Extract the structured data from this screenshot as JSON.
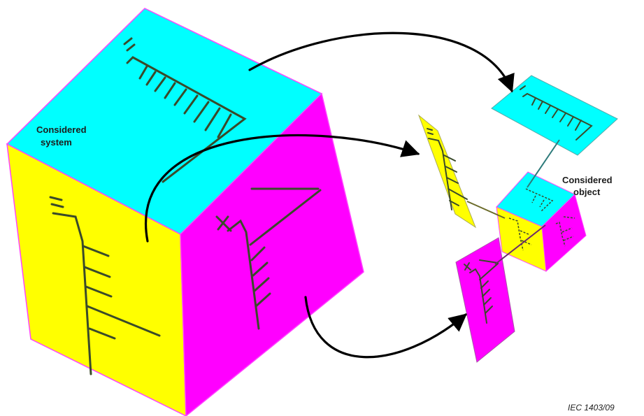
{
  "labels": {
    "system_line1": "Considered",
    "system_line2": "system",
    "object_line1": "Considered",
    "object_line2": "object",
    "source": "IEC   1403/09"
  },
  "colors": {
    "top_face": "#00ffff",
    "left_face": "#ffff00",
    "right_face": "#ff00ff",
    "tree_stroke": "#3a4a2a",
    "arrow_stroke": "#000000"
  }
}
